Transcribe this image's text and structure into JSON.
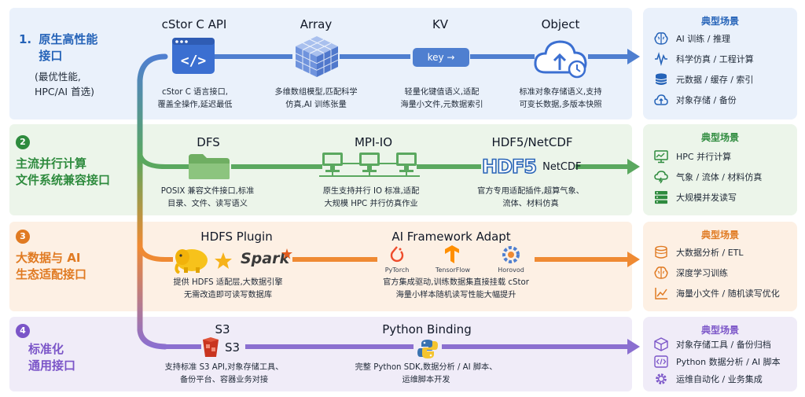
{
  "colors": {
    "blue": "#4f7fd0",
    "green": "#5aa85f",
    "orange": "#ef8a33",
    "purple": "#8b6fd0",
    "numBlue": "#2563b8",
    "numGreen": "#2e8b3e",
    "numOrange": "#e07a22",
    "numPurple": "#7b55c8"
  },
  "layers": [
    {
      "number": "1.",
      "title": "原生高性能\n接口",
      "subtitle": "(最优性能,\nHPC/AI 首选)",
      "nodes": [
        {
          "title": "cStor C API",
          "icon": "code-window-icon",
          "desc": "cStor C 语言接口,\n覆盖全操作,延迟最低"
        },
        {
          "title": "Array",
          "icon": "cube-array-icon",
          "desc": "多维数组模型,匹配科学\n仿真,AI 训练张量"
        },
        {
          "title": "KV",
          "icon": "key-arrow-icon",
          "icon_text": "key →",
          "desc": "轻量化键值语义,适配\n海量小文件,元数据索引"
        },
        {
          "title": "Object",
          "icon": "cloud-upload-icon",
          "desc": "标准对象存储语义,支持\n可变长数据,多版本快照"
        }
      ],
      "scenarios_title": "典型场景",
      "scenarios": [
        {
          "icon": "brain-icon",
          "label": "AI 训练 / 推理"
        },
        {
          "icon": "waveform-icon",
          "label": "科学仿真 / 工程计算"
        },
        {
          "icon": "database-icon",
          "label": "元数据 / 缓存 / 索引"
        },
        {
          "icon": "cloud-upload-icon",
          "label": "对象存储 / 备份"
        }
      ]
    },
    {
      "number": "2",
      "title": "主流并行计算\n文件系统兼容接口",
      "nodes": [
        {
          "title": "DFS",
          "icon": "folder-icon",
          "desc": "POSIX 兼容文件接口,标准\n目录、文件、读写语义"
        },
        {
          "title": "MPI-IO",
          "icon": "network-nodes-icon",
          "desc": "原生支持并行 IO 标准,适配\n大规模 HPC 并行仿真作业"
        },
        {
          "title": "HDF5/NetCDF",
          "icon": "hdf5-logo-icon",
          "icon_text": "HDF5",
          "icon_text2": "NetCDF",
          "desc": "官方专用适配插件,超算气象、\n流体、材料仿真"
        }
      ],
      "scenarios_title": "典型场景",
      "scenarios": [
        {
          "icon": "monitor-icon",
          "label": "HPC 并行计算"
        },
        {
          "icon": "cloud-weather-icon",
          "label": "气象 / 流体 / 材料仿真"
        },
        {
          "icon": "server-stack-icon",
          "label": "大规模并发读写"
        }
      ]
    },
    {
      "number": "3",
      "title": "大数据与 AI\n生态适配接口",
      "nodes": [
        {
          "title": "HDFS Plugin",
          "icon": "hadoop-icon",
          "icon_text": "Spark",
          "desc": "提供 HDFS 适配层,大数据引擎\n无需改造即可读写数据库"
        },
        {
          "title": "AI Framework Adapt",
          "icon": "ai-frameworks-icon",
          "desc": "官方集成驱动,训练数据集直接挂载 cStor\n海量小样本随机读写性能大幅提升"
        }
      ],
      "frameworks": [
        "PyTorch",
        "TensorFlow",
        "Horovod"
      ],
      "scenarios_title": "典型场景",
      "scenarios": [
        {
          "icon": "database-icon",
          "label": "大数据分析 / ETL"
        },
        {
          "icon": "brain-icon",
          "label": "深度学习训练"
        },
        {
          "icon": "line-chart-icon",
          "label": "海量小文件 / 随机读写优化"
        }
      ]
    },
    {
      "number": "4",
      "title": "标准化\n通用接口",
      "nodes": [
        {
          "title": "S3",
          "icon": "s3-bucket-icon",
          "icon_text": "S3",
          "desc": "支持标准 S3 API,对象存储工具、\n备份平台、容器业务对接"
        },
        {
          "title": "Python Binding",
          "icon": "python-icon",
          "desc": "完整 Python SDK,数据分析 / AI 脚本、\n运维脚本开发"
        }
      ],
      "scenarios_title": "典型场景",
      "scenarios": [
        {
          "icon": "box-icon",
          "label": "对象存储工具 / 备份归档"
        },
        {
          "icon": "code-icon",
          "label": "Python 数据分析 / AI 脚本"
        },
        {
          "icon": "gear-icon",
          "label": "运维自动化 / 业务集成"
        }
      ]
    }
  ]
}
